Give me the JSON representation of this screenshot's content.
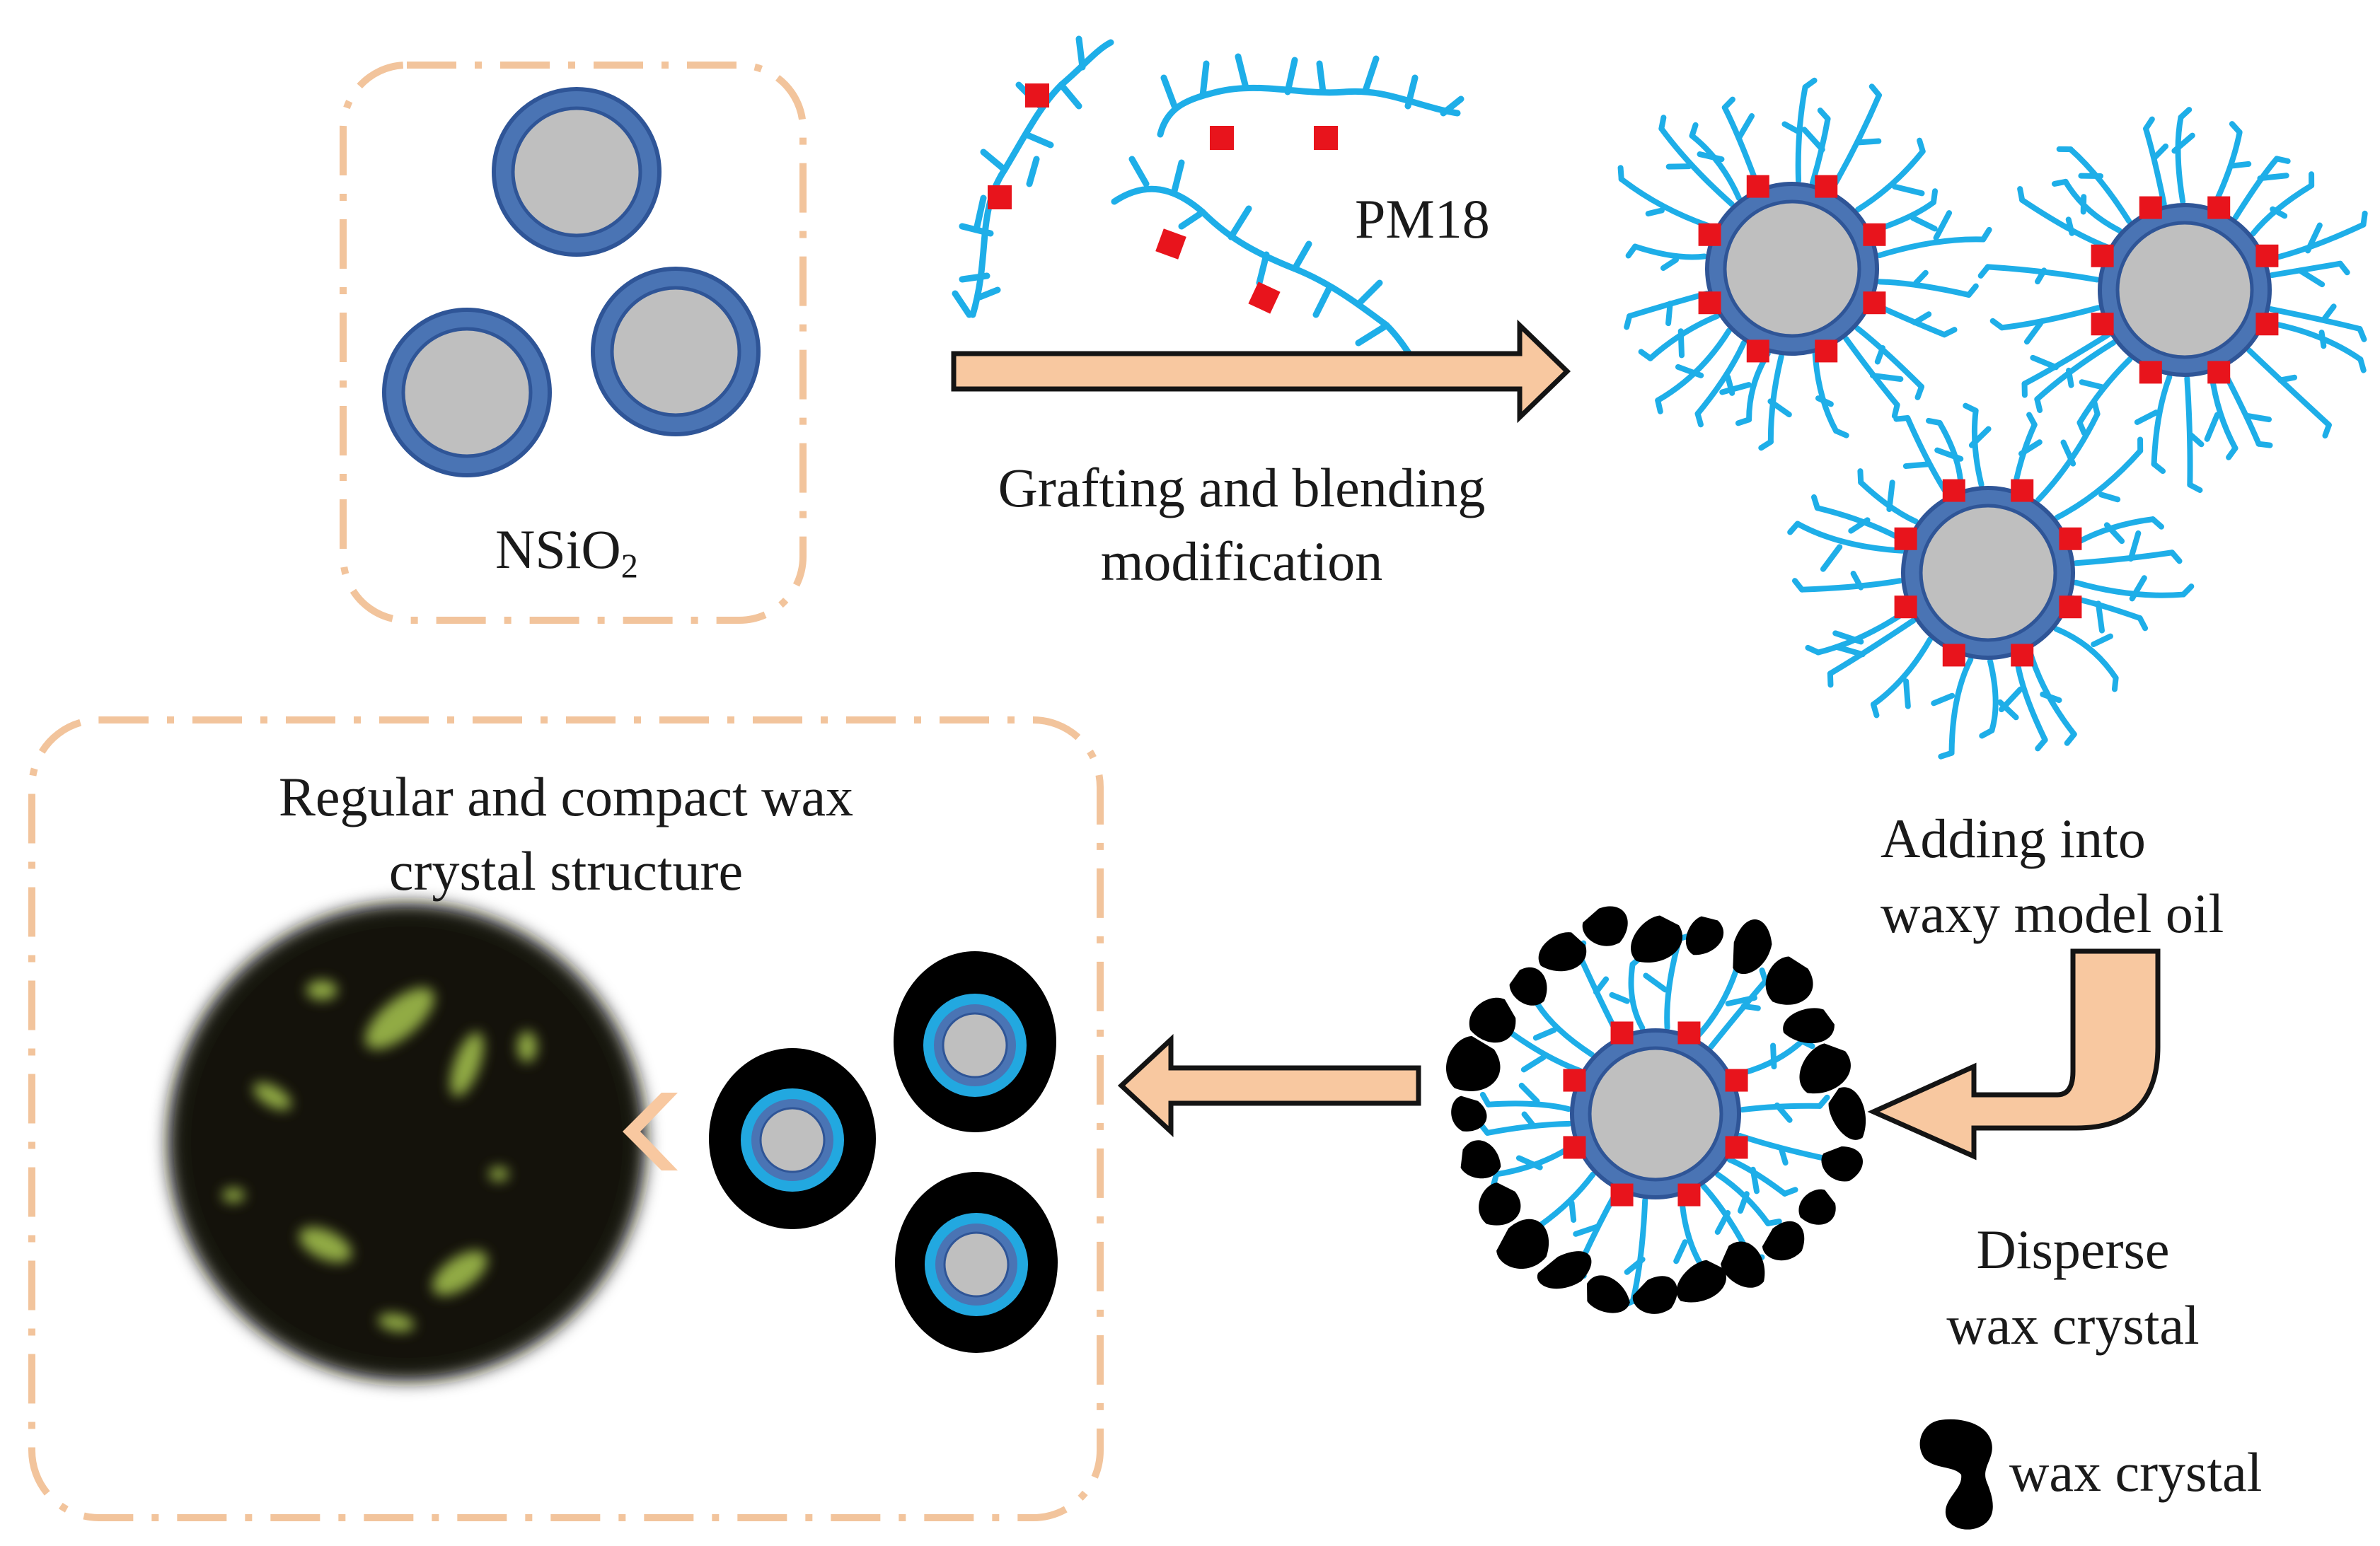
{
  "colors": {
    "panel_border": "#f2c49c",
    "shell": "#4a74b4",
    "shell_stroke": "#2f5597",
    "core": "#bfbfbf",
    "chain": "#1eaee8",
    "anchor": "#e8141c",
    "arrow_fill": "#f8c8a0",
    "arrow_stroke": "#141414",
    "wax": "#000000",
    "inner_ring": "#22a8e0",
    "micrograph_bg": "#14120b",
    "micrograph_crystal": "#b5d45a"
  },
  "labels": {
    "nsio2_main": "NSiO",
    "nsio2_sub": "2",
    "pm18": "PM18",
    "grafting_line1": "Grafting and blending",
    "grafting_line2": "modification",
    "adding_line1": "Adding into",
    "adding_line2": "waxy model oil",
    "disperse_line1": "Disperse",
    "disperse_line2": "wax crystal",
    "regular_line1": "Regular and compact wax",
    "regular_line2": "crystal structure",
    "legend_wax": "wax crystal"
  },
  "icons": {
    "chevron": "chevron-left-icon",
    "wax_legend": "wax-crystal-icon"
  }
}
